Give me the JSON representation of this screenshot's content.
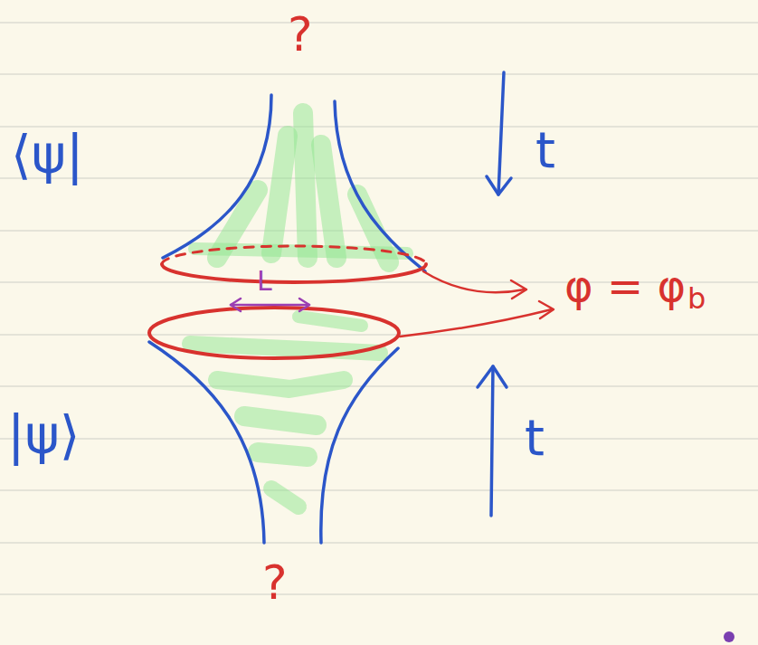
{
  "diagram": {
    "labels": [
      "?",
      "⟨ψ|",
      "t",
      "φ = φ",
      "b",
      "L",
      "|ψ⟩",
      "t",
      "?"
    ]
  }
}
